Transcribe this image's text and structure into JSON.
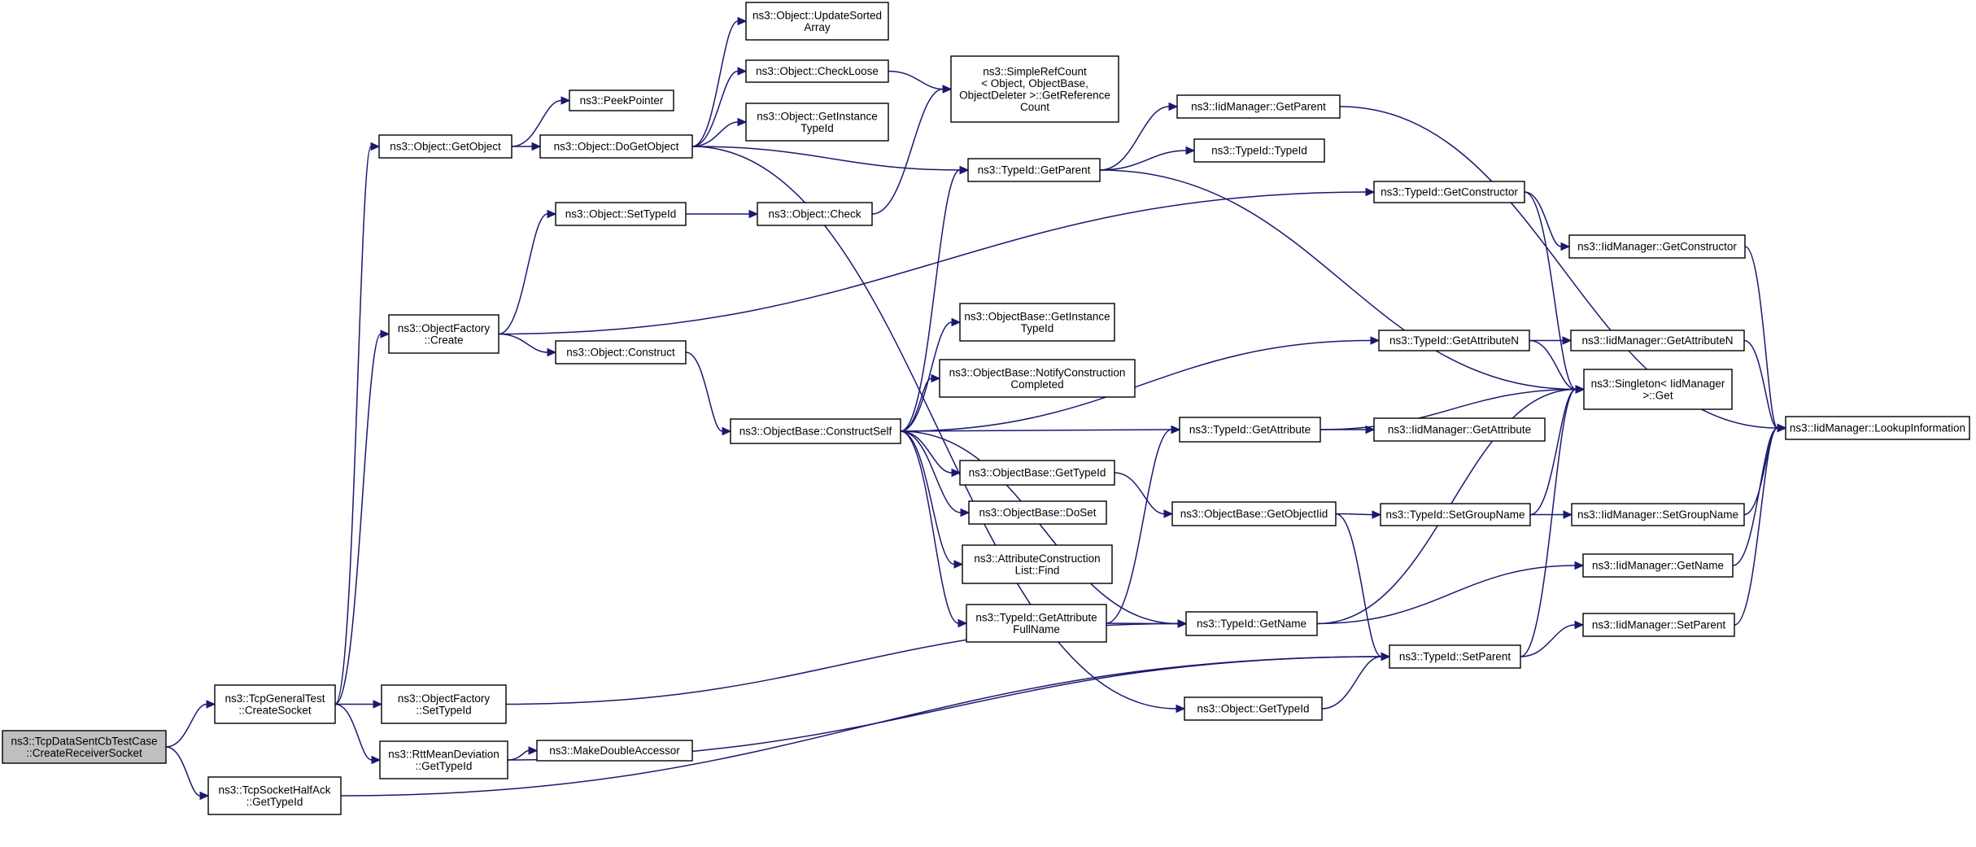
{
  "diagram": {
    "nodes": [
      {
        "id": "n1",
        "lines": [
          "ns3::TcpDataSentCbTestCase",
          "::CreateReceiverSocket"
        ],
        "root": true
      },
      {
        "id": "n2",
        "lines": [
          "ns3::TcpGeneralTest",
          "::CreateSocket"
        ]
      },
      {
        "id": "n3",
        "lines": [
          "ns3::TcpSocketHalfAck",
          "::GetTypeId"
        ]
      },
      {
        "id": "n4",
        "lines": [
          "ns3::Object::GetObject"
        ]
      },
      {
        "id": "n5",
        "lines": [
          "ns3::ObjectFactory",
          "::Create"
        ]
      },
      {
        "id": "n6",
        "lines": [
          "ns3::ObjectFactory",
          "::SetTypeId"
        ]
      },
      {
        "id": "n7",
        "lines": [
          "ns3::RttMeanDeviation",
          "::GetTypeId"
        ]
      },
      {
        "id": "n8",
        "lines": [
          "ns3::PeekPointer"
        ]
      },
      {
        "id": "n9",
        "lines": [
          "ns3::Object::DoGetObject"
        ]
      },
      {
        "id": "n10",
        "lines": [
          "ns3::Object::SetTypeId"
        ]
      },
      {
        "id": "n11",
        "lines": [
          "ns3::Object::Construct"
        ]
      },
      {
        "id": "n12",
        "lines": [
          "ns3::MakeDoubleAccessor"
        ]
      },
      {
        "id": "n13",
        "lines": [
          "ns3::Object::UpdateSorted",
          "Array"
        ]
      },
      {
        "id": "n14",
        "lines": [
          "ns3::Object::CheckLoose"
        ]
      },
      {
        "id": "n15",
        "lines": [
          "ns3::Object::GetInstance",
          "TypeId"
        ]
      },
      {
        "id": "n16",
        "lines": [
          "ns3::Object::Check"
        ]
      },
      {
        "id": "n17",
        "lines": [
          "ns3::ObjectBase::ConstructSelf"
        ]
      },
      {
        "id": "n18",
        "lines": [
          "ns3::SimpleRefCount",
          "< Object, ObjectBase,",
          "ObjectDeleter >::GetReference",
          "Count"
        ]
      },
      {
        "id": "n19",
        "lines": [
          "ns3::TypeId::GetParent"
        ]
      },
      {
        "id": "n20",
        "lines": [
          "ns3::ObjectBase::GetInstance",
          "TypeId"
        ]
      },
      {
        "id": "n21",
        "lines": [
          "ns3::ObjectBase::NotifyConstruction",
          "Completed"
        ]
      },
      {
        "id": "n22",
        "lines": [
          "ns3::ObjectBase::GetTypeId"
        ]
      },
      {
        "id": "n23",
        "lines": [
          "ns3::ObjectBase::DoSet"
        ]
      },
      {
        "id": "n24",
        "lines": [
          "ns3::AttributeConstruction",
          "List::Find"
        ]
      },
      {
        "id": "n25",
        "lines": [
          "ns3::TypeId::GetAttribute",
          "FullName"
        ]
      },
      {
        "id": "n26",
        "lines": [
          "ns3::IidManager::GetParent"
        ]
      },
      {
        "id": "n27",
        "lines": [
          "ns3::TypeId::TypeId"
        ]
      },
      {
        "id": "n28",
        "lines": [
          "ns3::TypeId::GetAttribute"
        ]
      },
      {
        "id": "n29",
        "lines": [
          "ns3::ObjectBase::GetObjectIid"
        ]
      },
      {
        "id": "n30",
        "lines": [
          "ns3::TypeId::GetName"
        ]
      },
      {
        "id": "n31",
        "lines": [
          "ns3::Object::GetTypeId"
        ]
      },
      {
        "id": "n32",
        "lines": [
          "ns3::TypeId::GetConstructor"
        ]
      },
      {
        "id": "n33",
        "lines": [
          "ns3::TypeId::GetAttributeN"
        ]
      },
      {
        "id": "n34",
        "lines": [
          "ns3::IidManager::GetAttribute"
        ]
      },
      {
        "id": "n35",
        "lines": [
          "ns3::TypeId::SetGroupName"
        ]
      },
      {
        "id": "n36",
        "lines": [
          "ns3::TypeId::SetParent"
        ]
      },
      {
        "id": "n37",
        "lines": [
          "ns3::IidManager::GetConstructor"
        ]
      },
      {
        "id": "n38",
        "lines": [
          "ns3::IidManager::GetAttributeN"
        ]
      },
      {
        "id": "n39",
        "lines": [
          "ns3::Singleton< IidManager",
          ">::Get"
        ]
      },
      {
        "id": "n40",
        "lines": [
          "ns3::IidManager::SetGroupName"
        ]
      },
      {
        "id": "n41",
        "lines": [
          "ns3::IidManager::GetName"
        ]
      },
      {
        "id": "n42",
        "lines": [
          "ns3::IidManager::SetParent"
        ]
      },
      {
        "id": "n43",
        "lines": [
          "ns3::IidManager::LookupInformation"
        ]
      }
    ],
    "edges": [
      [
        "n1",
        "n2"
      ],
      [
        "n1",
        "n3"
      ],
      [
        "n2",
        "n4"
      ],
      [
        "n2",
        "n5"
      ],
      [
        "n2",
        "n6"
      ],
      [
        "n2",
        "n7"
      ],
      [
        "n4",
        "n8"
      ],
      [
        "n4",
        "n9"
      ],
      [
        "n9",
        "n13"
      ],
      [
        "n9",
        "n14"
      ],
      [
        "n9",
        "n15"
      ],
      [
        "n9",
        "n19"
      ],
      [
        "n9",
        "n31"
      ],
      [
        "n14",
        "n18"
      ],
      [
        "n16",
        "n18"
      ],
      [
        "n5",
        "n10"
      ],
      [
        "n5",
        "n11"
      ],
      [
        "n5",
        "n32"
      ],
      [
        "n10",
        "n16"
      ],
      [
        "n11",
        "n17"
      ],
      [
        "n17",
        "n19"
      ],
      [
        "n17",
        "n20"
      ],
      [
        "n17",
        "n21"
      ],
      [
        "n17",
        "n22"
      ],
      [
        "n17",
        "n23"
      ],
      [
        "n17",
        "n24"
      ],
      [
        "n17",
        "n25"
      ],
      [
        "n17",
        "n28"
      ],
      [
        "n17",
        "n30"
      ],
      [
        "n17",
        "n33"
      ],
      [
        "n19",
        "n26"
      ],
      [
        "n19",
        "n27"
      ],
      [
        "n19",
        "n39"
      ],
      [
        "n26",
        "n43"
      ],
      [
        "n32",
        "n37"
      ],
      [
        "n32",
        "n39"
      ],
      [
        "n37",
        "n43"
      ],
      [
        "n33",
        "n38"
      ],
      [
        "n33",
        "n39"
      ],
      [
        "n38",
        "n43"
      ],
      [
        "n28",
        "n34"
      ],
      [
        "n28",
        "n39"
      ],
      [
        "n22",
        "n29"
      ],
      [
        "n29",
        "n35"
      ],
      [
        "n29",
        "n36"
      ],
      [
        "n35",
        "n40"
      ],
      [
        "n35",
        "n39"
      ],
      [
        "n40",
        "n43"
      ],
      [
        "n25",
        "n28"
      ],
      [
        "n25",
        "n30"
      ],
      [
        "n30",
        "n41"
      ],
      [
        "n30",
        "n39"
      ],
      [
        "n41",
        "n43"
      ],
      [
        "n31",
        "n36"
      ],
      [
        "n36",
        "n42"
      ],
      [
        "n36",
        "n39"
      ],
      [
        "n42",
        "n43"
      ],
      [
        "n6",
        "n30"
      ],
      [
        "n7",
        "n12"
      ],
      [
        "n7",
        "n36"
      ],
      [
        "n3",
        "n36"
      ]
    ]
  }
}
